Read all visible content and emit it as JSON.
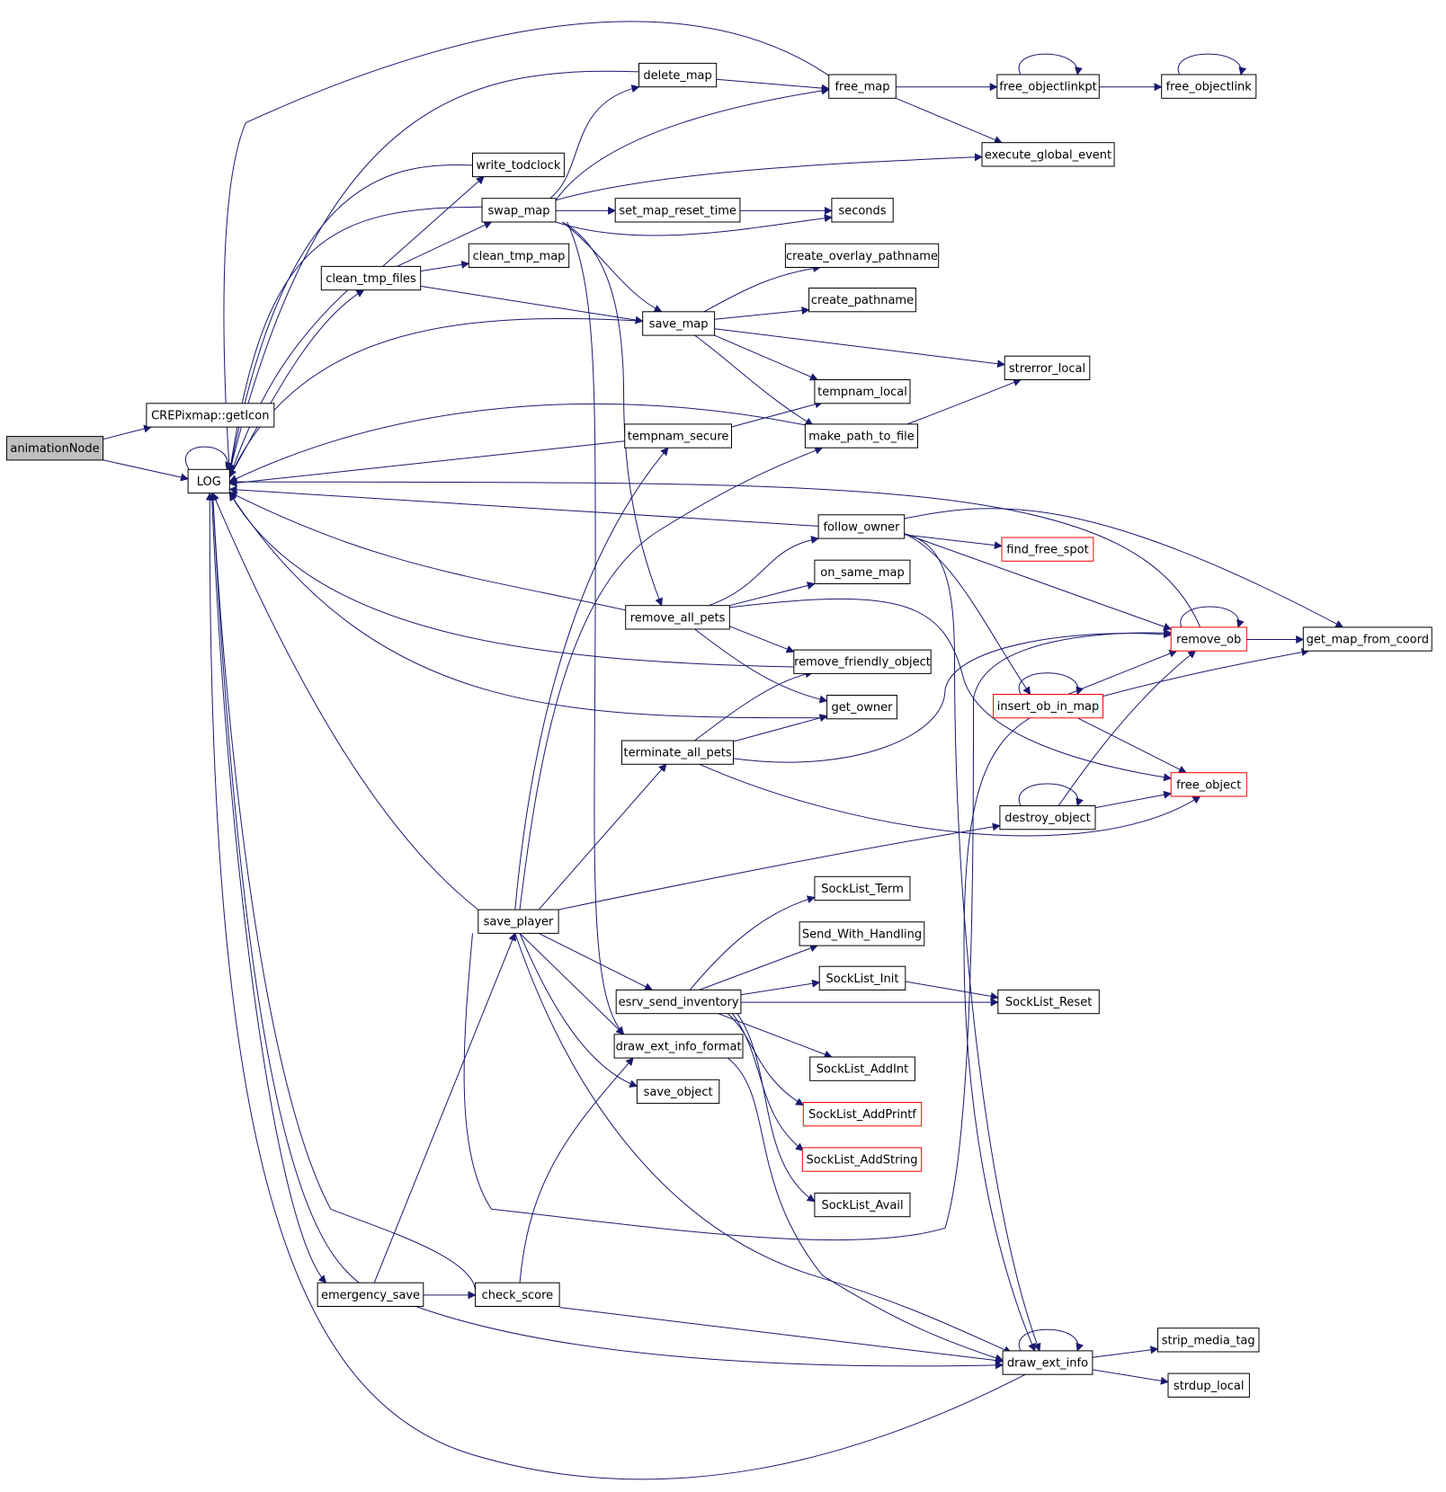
{
  "colors": {
    "edge": "#191970",
    "node_border": "#000000",
    "node_border_red": "#ff0000",
    "root_fill": "#bfbfbf",
    "node_fill": "#ffffff"
  },
  "nodes": [
    {
      "id": "animationNode",
      "label": "animationNode",
      "root": true
    },
    {
      "id": "CREPixmap_getIcon",
      "label": "CREPixmap::getIcon"
    },
    {
      "id": "LOG",
      "label": "LOG"
    },
    {
      "id": "delete_map",
      "label": "delete_map"
    },
    {
      "id": "free_map",
      "label": "free_map"
    },
    {
      "id": "free_objectlinkpt",
      "label": "free_objectlinkpt"
    },
    {
      "id": "free_objectlink",
      "label": "free_objectlink"
    },
    {
      "id": "write_todclock",
      "label": "write_todclock"
    },
    {
      "id": "execute_global_event",
      "label": "execute_global_event"
    },
    {
      "id": "swap_map",
      "label": "swap_map"
    },
    {
      "id": "set_map_reset_time",
      "label": "set_map_reset_time"
    },
    {
      "id": "seconds",
      "label": "seconds"
    },
    {
      "id": "clean_tmp_map",
      "label": "clean_tmp_map"
    },
    {
      "id": "clean_tmp_files",
      "label": "clean_tmp_files"
    },
    {
      "id": "create_overlay_pathname",
      "label": "create_overlay_pathname"
    },
    {
      "id": "create_pathname",
      "label": "create_pathname"
    },
    {
      "id": "save_map",
      "label": "save_map"
    },
    {
      "id": "strerror_local",
      "label": "strerror_local"
    },
    {
      "id": "tempnam_local",
      "label": "tempnam_local"
    },
    {
      "id": "tempnam_secure",
      "label": "tempnam_secure"
    },
    {
      "id": "make_path_to_file",
      "label": "make_path_to_file"
    },
    {
      "id": "follow_owner",
      "label": "follow_owner"
    },
    {
      "id": "find_free_spot",
      "label": "find_free_spot",
      "red": true
    },
    {
      "id": "on_same_map",
      "label": "on_same_map"
    },
    {
      "id": "remove_all_pets",
      "label": "remove_all_pets"
    },
    {
      "id": "remove_ob",
      "label": "remove_ob",
      "red": true
    },
    {
      "id": "get_map_from_coord",
      "label": "get_map_from_coord"
    },
    {
      "id": "remove_friendly_object",
      "label": "remove_friendly_object"
    },
    {
      "id": "insert_ob_in_map",
      "label": "insert_ob_in_map",
      "red": true
    },
    {
      "id": "get_owner",
      "label": "get_owner"
    },
    {
      "id": "terminate_all_pets",
      "label": "terminate_all_pets"
    },
    {
      "id": "free_object",
      "label": "free_object",
      "red": true
    },
    {
      "id": "destroy_object",
      "label": "destroy_object"
    },
    {
      "id": "SockList_Term",
      "label": "SockList_Term"
    },
    {
      "id": "save_player",
      "label": "save_player"
    },
    {
      "id": "Send_With_Handling",
      "label": "Send_With_Handling"
    },
    {
      "id": "SockList_Init",
      "label": "SockList_Init"
    },
    {
      "id": "esrv_send_inventory",
      "label": "esrv_send_inventory"
    },
    {
      "id": "SockList_Reset",
      "label": "SockList_Reset"
    },
    {
      "id": "draw_ext_info_format",
      "label": "draw_ext_info_format"
    },
    {
      "id": "SockList_AddInt",
      "label": "SockList_AddInt"
    },
    {
      "id": "save_object",
      "label": "save_object"
    },
    {
      "id": "SockList_AddPrintf",
      "label": "SockList_AddPrintf",
      "red": true
    },
    {
      "id": "SockList_AddString",
      "label": "SockList_AddString",
      "red": true
    },
    {
      "id": "SockList_Avail",
      "label": "SockList_Avail"
    },
    {
      "id": "emergency_save",
      "label": "emergency_save"
    },
    {
      "id": "check_score",
      "label": "check_score"
    },
    {
      "id": "strip_media_tag",
      "label": "strip_media_tag"
    },
    {
      "id": "draw_ext_info",
      "label": "draw_ext_info"
    },
    {
      "id": "strdup_local",
      "label": "strdup_local"
    }
  ]
}
